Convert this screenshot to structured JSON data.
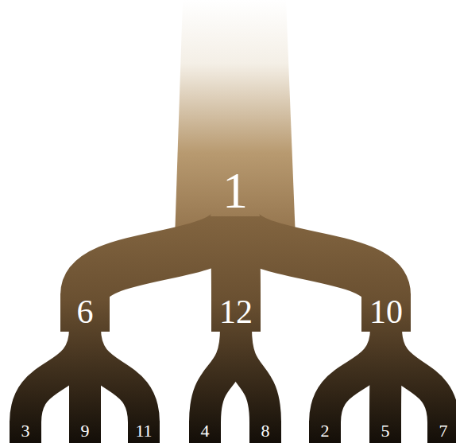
{
  "diagram": {
    "nodes": [
      {
        "text": [
          "1"
        ]
      },
      {
        "text": [
          "6"
        ]
      },
      {
        "text": [
          "12"
        ]
      },
      {
        "text": [
          "10"
        ]
      },
      {
        "text": [
          "3"
        ]
      },
      {
        "text": [
          "9"
        ]
      },
      {
        "text": [
          "11"
        ]
      },
      {
        "text": [
          "4"
        ]
      },
      {
        "text": [
          "8"
        ]
      },
      {
        "text": [
          "2"
        ]
      },
      {
        "text": [
          "5"
        ]
      },
      {
        "text": [
          "7"
        ]
      }
    ],
    "edges": [
      {
        "from": 0,
        "to": 1,
        "arrow": "none"
      },
      {
        "from": 0,
        "to": 2,
        "arrow": "none"
      },
      {
        "from": 0,
        "to": 3,
        "arrow": "none"
      },
      {
        "from": 1,
        "to": 4,
        "arrow": "none"
      },
      {
        "from": 1,
        "to": 5,
        "arrow": "none"
      },
      {
        "from": 1,
        "to": 6,
        "arrow": "none"
      },
      {
        "from": 2,
        "to": 7,
        "arrow": "none"
      },
      {
        "from": 2,
        "to": 8,
        "arrow": "none"
      },
      {
        "from": 3,
        "to": 9,
        "arrow": "none"
      },
      {
        "from": 3,
        "to": 10,
        "arrow": "none"
      },
      {
        "from": 3,
        "to": 11,
        "arrow": "none"
      }
    ]
  }
}
